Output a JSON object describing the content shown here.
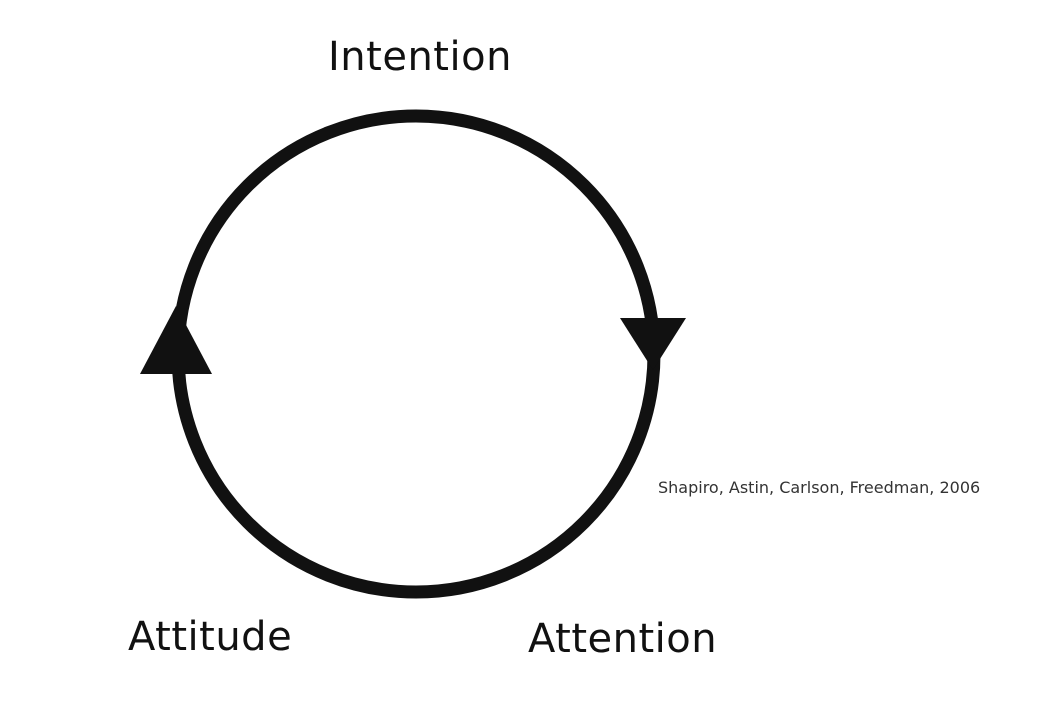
{
  "diagram": {
    "nodes": [
      {
        "id": "intention",
        "label": "Intention"
      },
      {
        "id": "attention",
        "label": "Attention"
      },
      {
        "id": "attitude",
        "label": "Attitude"
      }
    ],
    "citation": "Shapiro, Astin, Carlson, Freedman, 2006",
    "colors": {
      "stroke": "#111111",
      "background": "#ffffff",
      "text": "#111111",
      "citation": "#333333"
    },
    "cycle_direction": "clockwise"
  }
}
